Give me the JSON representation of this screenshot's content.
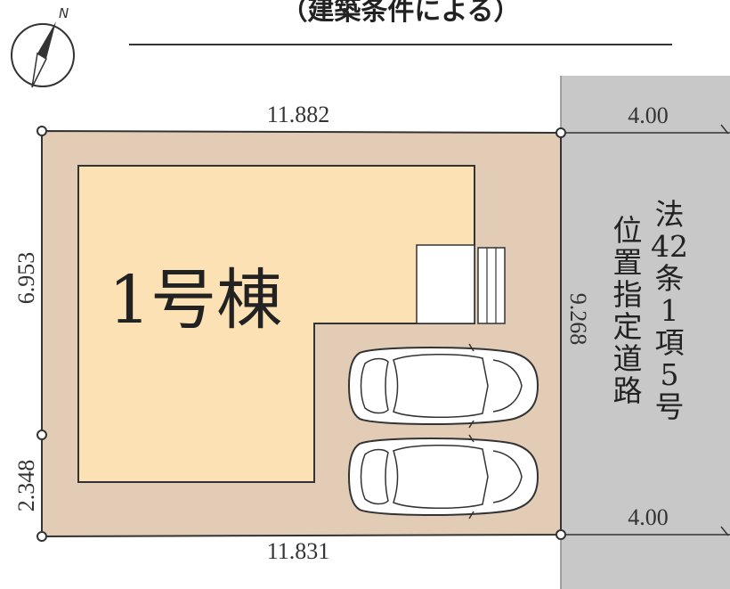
{
  "title": "（建築条件による）",
  "compass": {
    "north_label": "N"
  },
  "building": {
    "label": "1号棟"
  },
  "dimensions": {
    "top": "11.882",
    "bottom": "11.831",
    "left_upper": "6.953",
    "left_lower": "2.348",
    "right": "9.268",
    "road_top": "4.00",
    "road_bottom": "4.00"
  },
  "road": {
    "col1": [
      "法",
      "42",
      "条",
      "1",
      "項",
      "5",
      "号"
    ],
    "col2": [
      "位",
      "置",
      "指",
      "定",
      "道",
      "路"
    ]
  },
  "colors": {
    "lot_fill": "#e2ccb6",
    "building_fill": "#fbe1b4",
    "road_fill": "#c8c8c8",
    "line": "#333333"
  }
}
